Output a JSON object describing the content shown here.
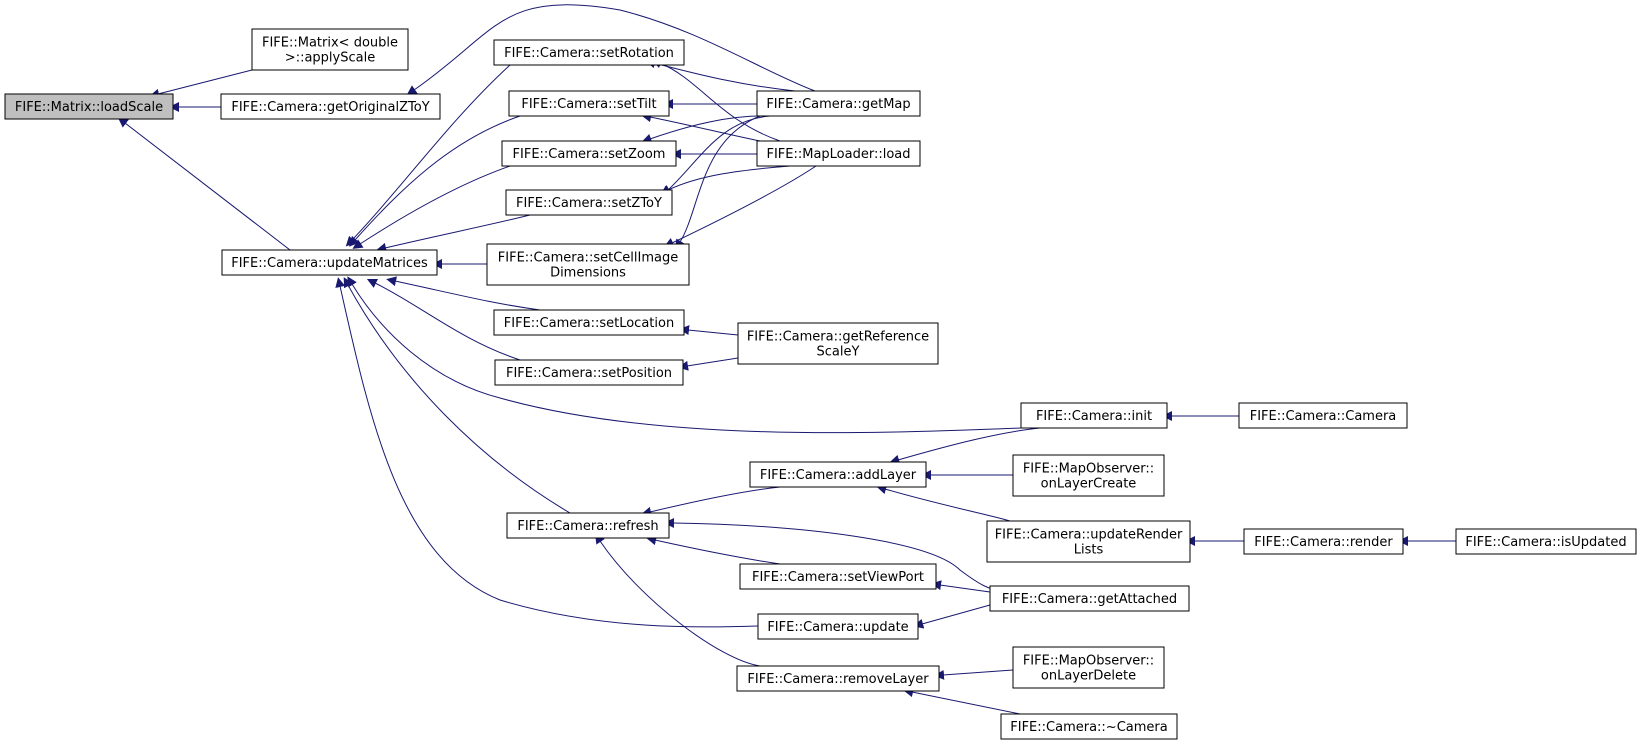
{
  "graph": {
    "colors": {
      "edge": "#191970",
      "border": "#000000",
      "highlight_fill": "#bfbfbf",
      "fill": "#ffffff"
    },
    "nodes": {
      "loadScale": [
        "FIFE::Matrix::loadScale"
      ],
      "applyScale": [
        "FIFE::Matrix< double",
        ">::applyScale"
      ],
      "getOriginalZToY": [
        "FIFE::Camera::getOriginalZToY"
      ],
      "updateMatrices": [
        "FIFE::Camera::updateMatrices"
      ],
      "setRotation": [
        "FIFE::Camera::setRotation"
      ],
      "setTilt": [
        "FIFE::Camera::setTilt"
      ],
      "setZoom": [
        "FIFE::Camera::setZoom"
      ],
      "setZToY": [
        "FIFE::Camera::setZToY"
      ],
      "setCellImageDimensions": [
        "FIFE::Camera::setCellImage",
        "Dimensions"
      ],
      "setLocation": [
        "FIFE::Camera::setLocation"
      ],
      "setPosition": [
        "FIFE::Camera::setPosition"
      ],
      "refresh": [
        "FIFE::Camera::refresh"
      ],
      "getMap": [
        "FIFE::Camera::getMap"
      ],
      "mapLoaderLoad": [
        "FIFE::MapLoader::load"
      ],
      "getReferenceScaleY": [
        "FIFE::Camera::getReference",
        "ScaleY"
      ],
      "init": [
        "FIFE::Camera::init"
      ],
      "cameraCtor": [
        "FIFE::Camera::Camera"
      ],
      "addLayer": [
        "FIFE::Camera::addLayer"
      ],
      "onLayerCreate": [
        "FIFE::MapObserver::",
        "onLayerCreate"
      ],
      "updateRenderLists": [
        "FIFE::Camera::updateRender",
        "Lists"
      ],
      "render": [
        "FIFE::Camera::render"
      ],
      "isUpdated": [
        "FIFE::Camera::isUpdated"
      ],
      "setViewPort": [
        "FIFE::Camera::setViewPort"
      ],
      "getAttached": [
        "FIFE::Camera::getAttached"
      ],
      "update": [
        "FIFE::Camera::update"
      ],
      "removeLayer": [
        "FIFE::Camera::removeLayer"
      ],
      "onLayerDelete": [
        "FIFE::MapObserver::",
        "onLayerDelete"
      ],
      "cameraDtor": [
        "FIFE::Camera::~Camera"
      ]
    }
  }
}
